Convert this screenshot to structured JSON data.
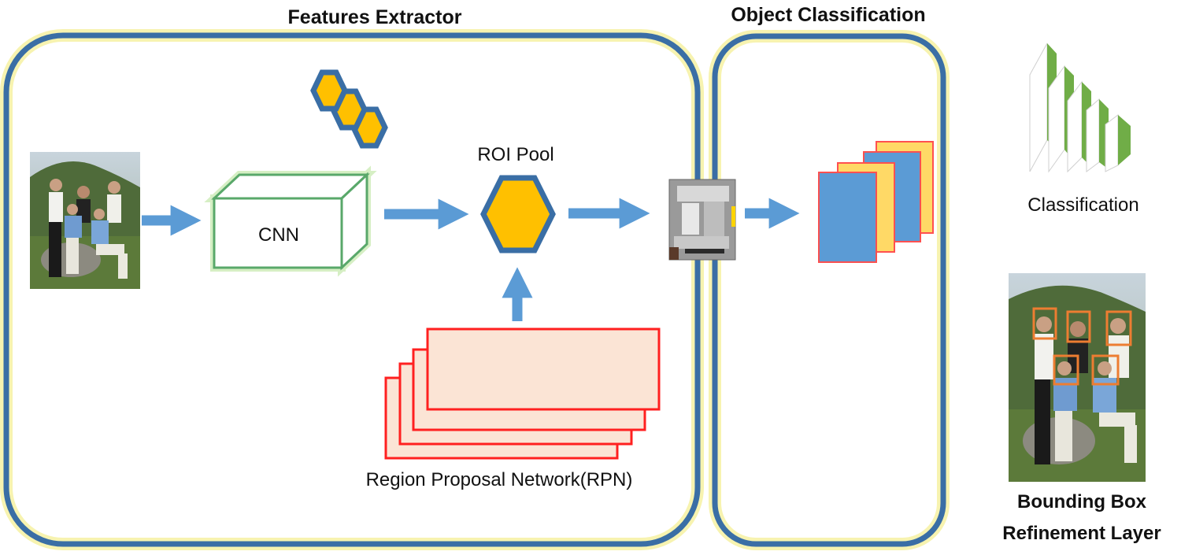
{
  "sections": {
    "features_extractor": "Features Extractor",
    "object_classification": "Object Classification"
  },
  "nodes": {
    "cnn": "CNN",
    "roi_pool": "ROI Pool",
    "rpn": "Region Proposal Network(RPN)",
    "classification": "Classification",
    "bbox_line1": "Bounding Box",
    "bbox_line2": "Refinement Layer"
  },
  "colors": {
    "panel_border": "#3a6ea5",
    "panel_glow": "#f7f3b0",
    "arrow": "#5b9bd5",
    "hexagon_fill": "#ffc000",
    "hexagon_stroke": "#3a6ea5",
    "cnn_border": "#59a86a",
    "rpn_fill": "#fbe4d5",
    "rpn_border": "#ff2020",
    "feature_blue": "#5b9bd5",
    "feature_yellow": "#ffd966",
    "feature_border": "#ff5050",
    "classifier_green": "#70ad47",
    "bbox_box": "#ed7d31"
  },
  "icons": [
    "input-photo-icon",
    "anchor-hexagons-icon",
    "feature-map-icon",
    "classification-layers-icon",
    "detection-photo-icon"
  ]
}
